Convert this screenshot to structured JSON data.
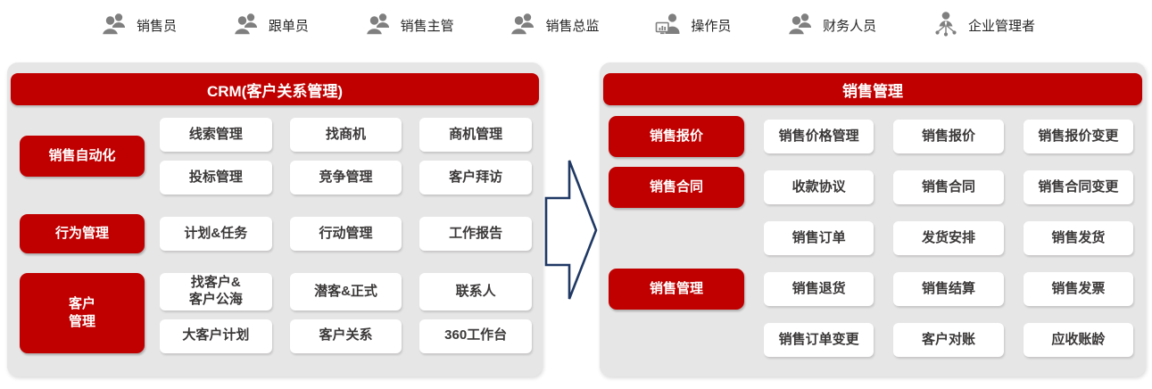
{
  "roles": [
    {
      "label": "销售员",
      "icon": "people-icon"
    },
    {
      "label": "跟单员",
      "icon": "people-icon"
    },
    {
      "label": "销售主管",
      "icon": "people-icon"
    },
    {
      "label": "销售总监",
      "icon": "people-icon"
    },
    {
      "label": "操作员",
      "icon": "operator-monitor-icon"
    },
    {
      "label": "财务人员",
      "icon": "people-icon"
    },
    {
      "label": "企业管理者",
      "icon": "org-manager-icon"
    }
  ],
  "left_panel": {
    "title": "CRM(客户关系管理)",
    "groups": [
      {
        "label": "销售自动化",
        "rows": [
          [
            "线索管理",
            "找商机",
            "商机管理"
          ],
          [
            "投标管理",
            "竞争管理",
            "客户拜访"
          ]
        ]
      },
      {
        "label": "行为管理",
        "rows": [
          [
            "计划&任务",
            "行动管理",
            "工作报告"
          ]
        ]
      },
      {
        "label": "客户\n管理",
        "rows": [
          [
            "找客户&\n客户公海",
            "潜客&正式",
            "联系人"
          ],
          [
            "大客户计划",
            "客户关系",
            "360工作台"
          ]
        ]
      }
    ]
  },
  "right_panel": {
    "title": "销售管理",
    "rows": [
      {
        "label": "销售报价",
        "cards": [
          "销售价格管理",
          "销售报价",
          "销售报价变更"
        ]
      },
      {
        "label": "销售合同",
        "cards": [
          "收款协议",
          "销售合同",
          "销售合同变更"
        ]
      },
      {
        "label": "",
        "cards": [
          "销售订单",
          "发货安排",
          "销售发货"
        ]
      },
      {
        "label": "销售管理",
        "cards": [
          "销售退货",
          "销售结算",
          "销售发票"
        ]
      },
      {
        "label": "",
        "cards": [
          "销售订单变更",
          "客户对账",
          "应收账龄"
        ]
      }
    ]
  },
  "colors": {
    "accent_red": "#C00000",
    "panel_bg": "#E7E6E6",
    "arrow_stroke": "#1F3864",
    "card_text": "#3B3838",
    "icon_gray": "#7F7F7F"
  }
}
